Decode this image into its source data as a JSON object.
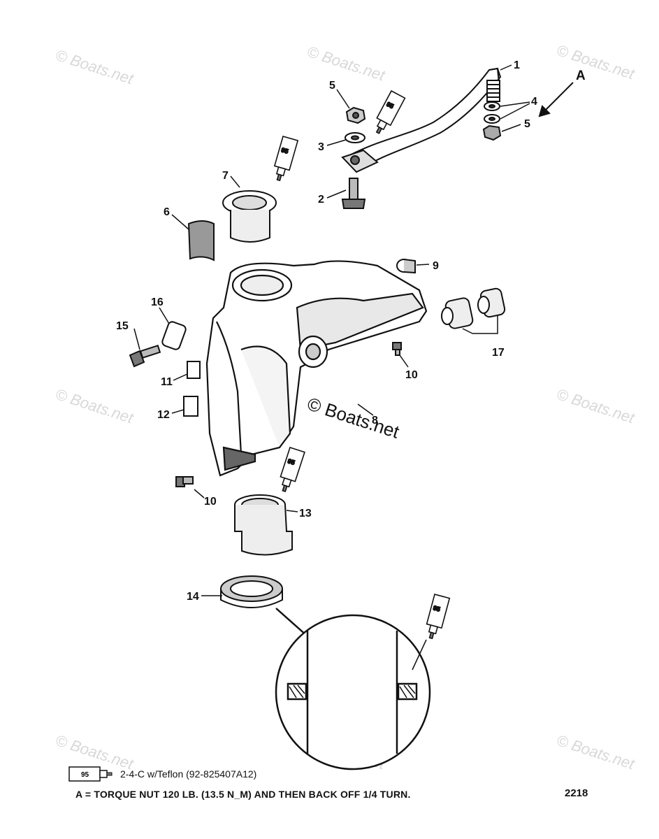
{
  "watermark": "© Boats.net",
  "center_watermark": "© Boats.net",
  "callouts": {
    "c1": "1",
    "c2": "2",
    "c3": "3",
    "c4": "4",
    "c5a": "5",
    "c5b": "5",
    "c6": "6",
    "c7": "7",
    "c8": "8",
    "c9": "9",
    "c10a": "10",
    "c10b": "10",
    "c11": "11",
    "c12": "12",
    "c13": "13",
    "c14": "14",
    "c15": "15",
    "c16": "16",
    "c17": "17",
    "cA": "A"
  },
  "tube_number": "95",
  "legend": {
    "tube_number": "95",
    "text": "2-4-C w/Teflon (92-825407A12)"
  },
  "note": "A = TORQUE NUT 120 LB. (13.5 N_M) AND THEN BACK OFF 1/4 TURN.",
  "figure_number": "2218"
}
